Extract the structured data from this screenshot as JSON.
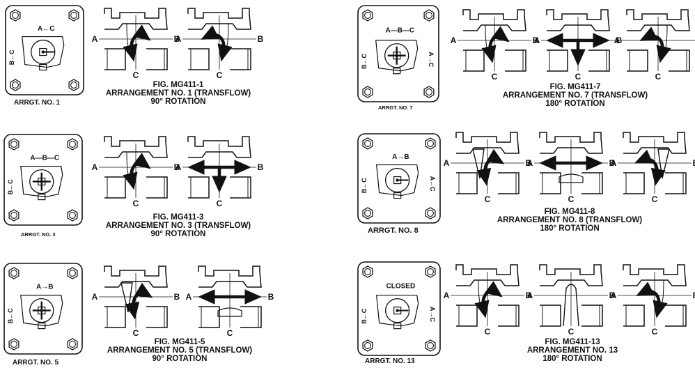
{
  "colors": {
    "ink": "#111111",
    "paper": "#ffffff"
  },
  "icons": {
    "bolt": "hexagon-bolt-icon",
    "flow": "flow-arrow-icon"
  },
  "ports": {
    "a": "A",
    "b": "B",
    "c": "C"
  },
  "arrangements": [
    {
      "plate_label": "ARRGT. NO. 1",
      "plate_text_top": "A←C",
      "plate_text_left": "B←C",
      "plate_text_right": "",
      "fig": "FIG. MG411-1",
      "title": "ARRANGEMENT NO. 1 (TRANSFLOW)",
      "rotation": "90° ROTATION"
    },
    {
      "plate_label": "ARRGT. NO. 3",
      "plate_text_top": "A—B—C",
      "plate_text_left": "B←C",
      "plate_text_right": "",
      "fig": "FIG. MG411-3",
      "title": "ARRANGEMENT NO. 3 (TRANSFLOW)",
      "rotation": "90° ROTATION"
    },
    {
      "plate_label": "ARRGT. NO. 5",
      "plate_text_top": "A→B",
      "plate_text_left": "B←C",
      "plate_text_right": "",
      "fig": "FIG. MG411-5",
      "title": "ARRANGEMENT NO. 5 (TRANSFLOW)",
      "rotation": "90° ROTATION"
    },
    {
      "plate_label": "ARRGT. NO. 7",
      "plate_text_top": "A—B—C",
      "plate_text_left": "B←C",
      "plate_text_right": "A→C",
      "fig": "FIG. MG411-7",
      "title": "ARRANGEMENT NO. 7 (TRANSFLOW)",
      "rotation": "180° ROTATION"
    },
    {
      "plate_label": "ARRGT. NO. 8",
      "plate_text_top": "A→B",
      "plate_text_left": "B←C",
      "plate_text_right": "A←C",
      "fig": "FIG. MG411-8",
      "title": "ARRANGEMENT NO. 8 (TRANSFLOW)",
      "rotation": "180° ROTATION"
    },
    {
      "plate_label": "ARRGT. NO. 13",
      "plate_text_top": "CLOSED",
      "plate_text_left": "B←C",
      "plate_text_right": "A→C",
      "fig": "FIG. MG411-13",
      "title": "ARRANGEMENT NO. 13",
      "rotation": "180° ROTATION"
    }
  ]
}
